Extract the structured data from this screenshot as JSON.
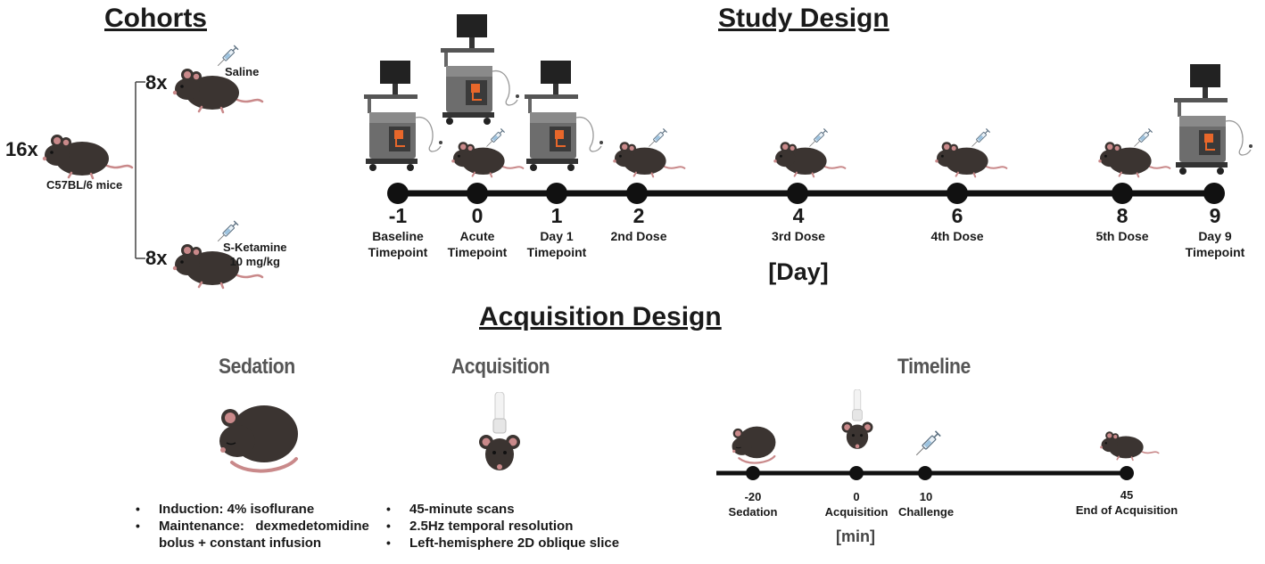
{
  "cohorts": {
    "title": "Cohorts",
    "total_count": "16x",
    "strain": "C57BL/6 mice",
    "groups": [
      {
        "count": "8x",
        "label": "Saline"
      },
      {
        "count": "8x",
        "label_line1": "S-Ketamine",
        "label_line2": "10 mg/kg"
      }
    ]
  },
  "study_design": {
    "title": "Study Design",
    "axis_unit": "[Day]",
    "timepoints": [
      {
        "day": "-1",
        "line1": "Baseline",
        "line2": "Timepoint",
        "icon": "ultrasound-scanner"
      },
      {
        "day": "0",
        "line1": "Acute",
        "line2": "Timepoint",
        "icon": "scanner-and-injected-mouse"
      },
      {
        "day": "1",
        "line1": "Day 1",
        "line2": "Timepoint",
        "icon": "ultrasound-scanner"
      },
      {
        "day": "2",
        "line1": "2nd Dose",
        "line2": "",
        "icon": "injected-mouse"
      },
      {
        "day": "4",
        "line1": "3rd Dose",
        "line2": "",
        "icon": "injected-mouse"
      },
      {
        "day": "6",
        "line1": "4th Dose",
        "line2": "",
        "icon": "injected-mouse"
      },
      {
        "day": "8",
        "line1": "5th Dose",
        "line2": "",
        "icon": "injected-mouse"
      },
      {
        "day": "9",
        "line1": "Day 9",
        "line2": "Timepoint",
        "icon": "ultrasound-scanner"
      }
    ]
  },
  "acquisition_design": {
    "title": "Acquisition Design",
    "sedation": {
      "title": "Sedation",
      "bullets": [
        "Induction: 4% isoflurane",
        "Maintenance:   dexmedetomidine"
      ],
      "continuation": "bolus + constant infusion"
    },
    "acquisition": {
      "title": "Acquisition",
      "bullets": [
        "45-minute scans",
        "2.5Hz temporal resolution",
        "Left-hemisphere 2D oblique slice"
      ]
    },
    "timeline": {
      "title": "Timeline",
      "unit": "[min]",
      "events": [
        {
          "time": "-20",
          "label": "Sedation",
          "icon": "sleeping-mouse"
        },
        {
          "time": "0",
          "label": "Acquisition",
          "icon": "mouse-with-probe"
        },
        {
          "time": "10",
          "label": "Challenge",
          "icon": "syringe"
        },
        {
          "time": "45",
          "label": "End of Acquisition",
          "icon": "standing-mouse"
        }
      ]
    }
  },
  "colors": {
    "mouse_body": "#3b3431",
    "mouse_tail": "#c9898a",
    "line": "#111111",
    "scanner": "#6d6d6d",
    "scanner_accent": "#e8672a"
  }
}
